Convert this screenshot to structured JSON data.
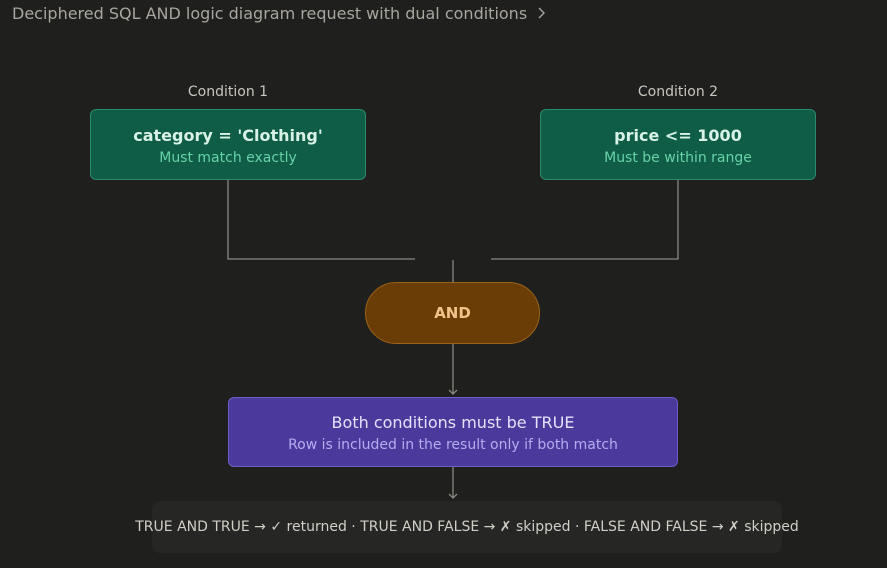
{
  "header": {
    "title": "Deciphered SQL AND logic diagram request with dual conditions"
  },
  "diagram": {
    "condition1": {
      "label": "Condition 1",
      "expression": "category = 'Clothing'",
      "note": "Must match exactly"
    },
    "condition2": {
      "label": "Condition 2",
      "expression": "price <= 1000",
      "note": "Must be within range"
    },
    "operator": "AND",
    "result": {
      "title": "Both conditions must be TRUE",
      "note": "Row is included in the result only if both match"
    },
    "summary": "TRUE AND TRUE → ✓ returned · TRUE AND FALSE → ✗ skipped · FALSE AND FALSE → ✗ skipped"
  },
  "colors": {
    "background": "#1f1f1e",
    "condition_fill": "#0f5d46",
    "condition_accent": "#67d1a8",
    "operator_fill": "#6a3c06",
    "operator_text": "#f2c489",
    "result_fill": "#4b3a9c",
    "result_accent": "#b6abef",
    "line": "#8a8982"
  }
}
